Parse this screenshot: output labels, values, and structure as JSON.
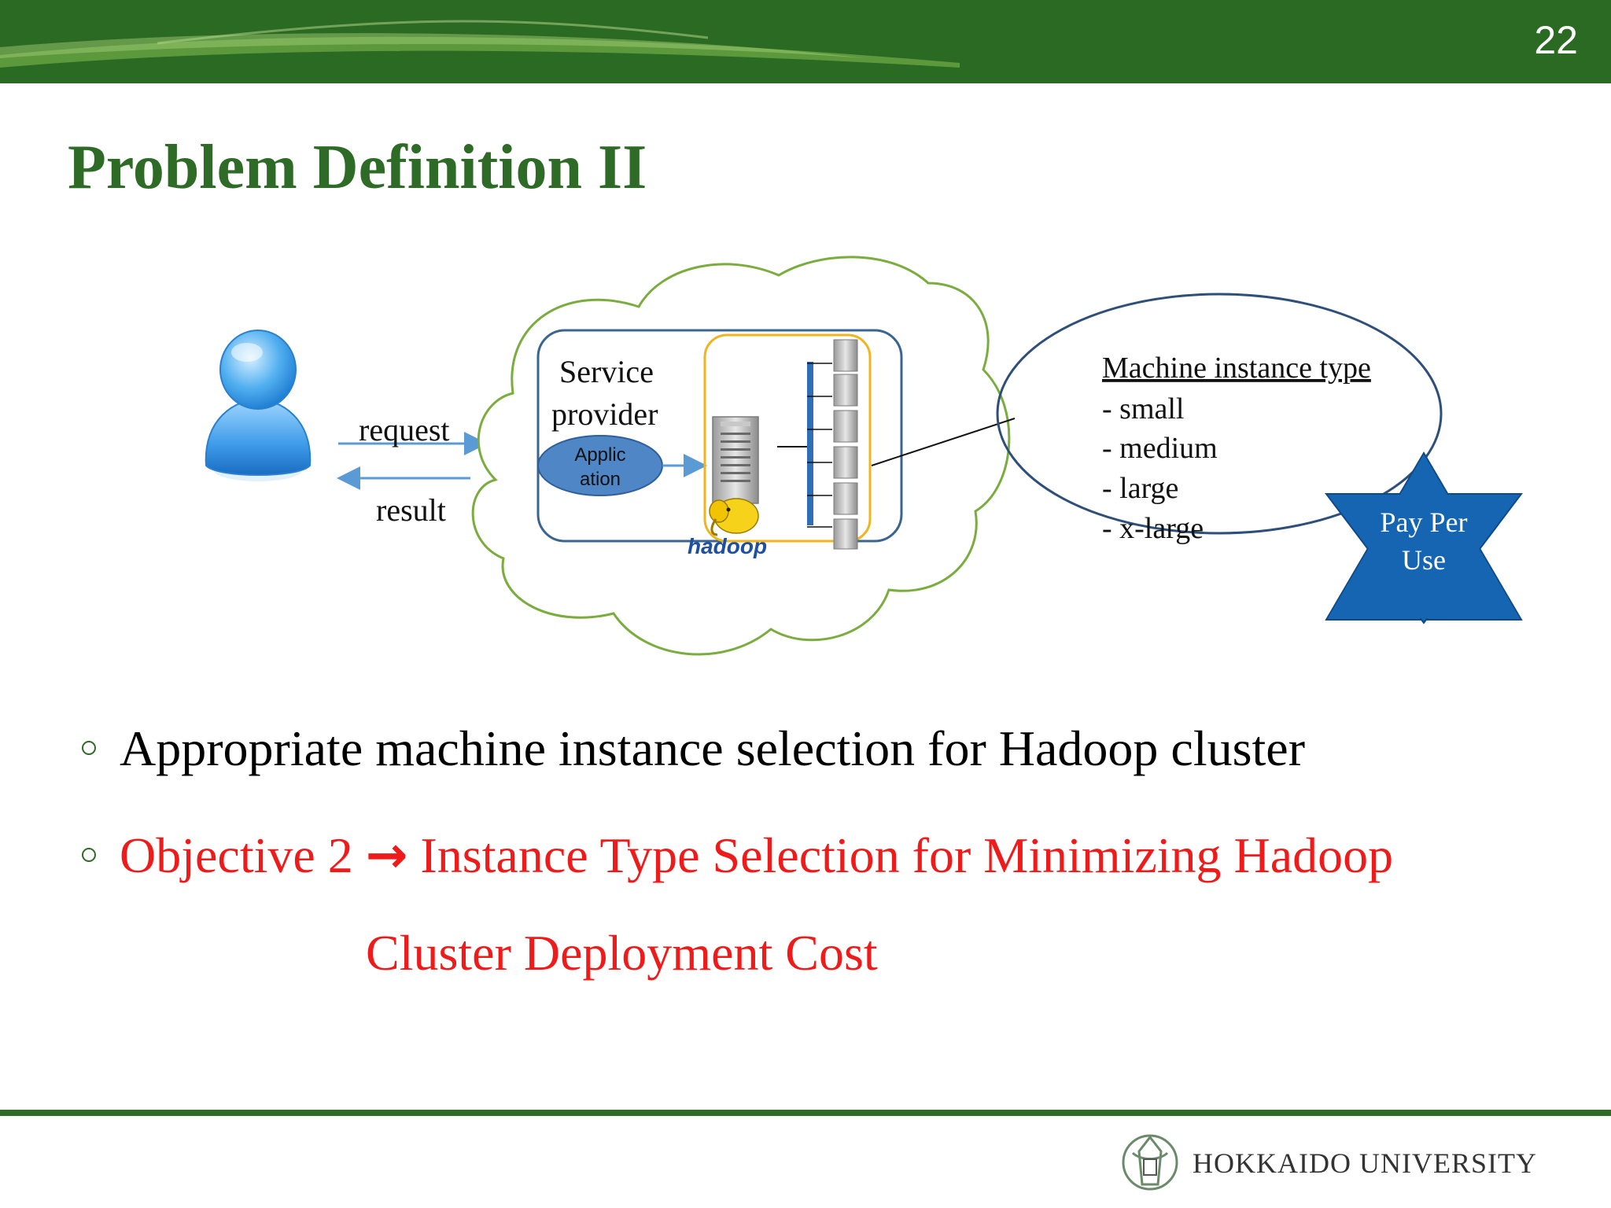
{
  "slide": {
    "number": "22",
    "title": "Problem Definition II"
  },
  "diagram": {
    "request_label": "request",
    "result_label": "result",
    "service_provider_line1": "Service",
    "service_provider_line2": "provider",
    "application_line1": "Applic",
    "application_line2": "ation",
    "hadoop_logo_text": "hadoop",
    "instance_heading": "Machine instance type",
    "instance_types": [
      "- small",
      "- medium",
      "- large",
      "- x-large"
    ],
    "badge_line1": "Pay Per",
    "badge_line2": "Use",
    "colors": {
      "cloud_outline": "#7aac3e",
      "provider_box": "#3a6590",
      "cluster_box": "#f0b41e",
      "application_fill": "#4f86c6",
      "badge_fill": "#1565b3",
      "arrow": "#5b9bd5"
    },
    "icons": [
      "user-icon",
      "server-icon",
      "hadoop-elephant-icon",
      "server-rack-icon"
    ]
  },
  "bullets": {
    "item1": "Appropriate machine instance selection for Hadoop cluster",
    "item2_prefix": "Objective 2",
    "item2_arrow": "→",
    "item2_text": "Instance Type Selection for Minimizing Hadoop",
    "item2_continuation": "Cluster Deployment Cost",
    "color_normal": "#000000",
    "color_highlight": "#ef1a1a"
  },
  "footer": {
    "university": "HOKKAIDO UNIVERSITY"
  }
}
